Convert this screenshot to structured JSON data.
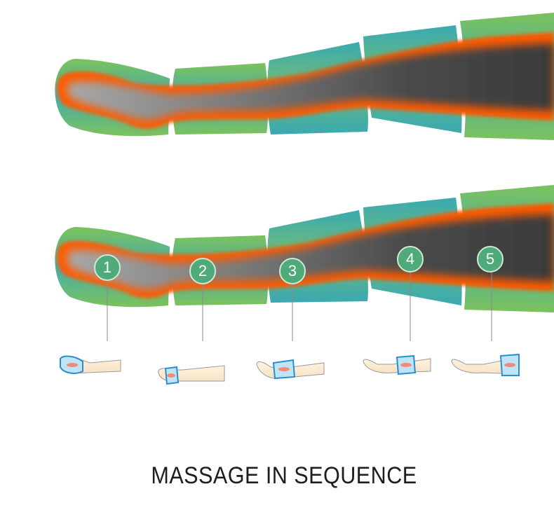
{
  "title": "MASSAGE IN SEQUENCE",
  "steps": [
    {
      "label": "1"
    },
    {
      "label": "2"
    },
    {
      "label": "3"
    },
    {
      "label": "4"
    },
    {
      "label": "5"
    }
  ],
  "colors": {
    "cuff_green": "#7cc25c",
    "cuff_teal": "#3aa9b2",
    "heat_orange": "#ff5a00",
    "leg_dark": "#3f3f3f",
    "badge_green": "#4eaa78",
    "title_text": "#1e1e1e"
  }
}
